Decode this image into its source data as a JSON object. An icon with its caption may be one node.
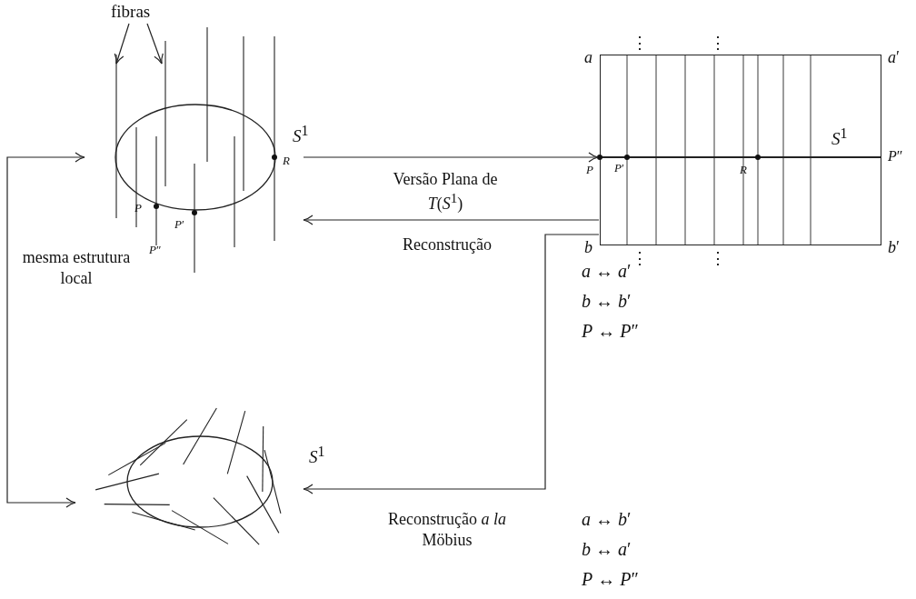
{
  "diagram": {
    "nodes": [
      {
        "text": [
          "fibras"
        ]
      },
      {
        "text": [],
        "shape": "picture"
      },
      {
        "text": [],
        "shape": "box"
      },
      {
        "text": [],
        "shape": "picture"
      }
    ],
    "edges": [
      {
        "from": 0,
        "to": 1,
        "arrow": "to"
      },
      {
        "from": 0,
        "to": 1,
        "arrow": "to"
      },
      {
        "from": 1,
        "to": 2,
        "arrow": "to",
        "label": "Versão Plana de *T*(*S*$^{1}$)"
      },
      {
        "from": 2,
        "to": 1,
        "arrow": "to",
        "label": "Reconstrução"
      },
      {
        "from": 2,
        "to": 3,
        "arrow": "to",
        "label": "Reconstrução *a la* Möbius"
      },
      {
        "from": 1,
        "to": 3,
        "arrow": "both",
        "label": "mesma estrutura local"
      }
    ],
    "labels": [
      "*S*$^{1}$",
      "*R*",
      "*P*",
      "*P*′",
      "*P*″",
      "*a*",
      "⋮",
      "⋮",
      "*a*′",
      "*S*$^{1}$",
      "*P*",
      "*P*′",
      "*R*",
      "*P*″",
      "*b*",
      "⋮",
      "⋮",
      "*b*′",
      "*a* ↔ *a*′",
      "*b* ↔ *b*′",
      "*P* ↔ *P*″",
      "*S*$^{1}$",
      "*a* ↔ *b*′",
      "*b* ↔ *a*′",
      "*P* ↔ *P*″"
    ]
  }
}
